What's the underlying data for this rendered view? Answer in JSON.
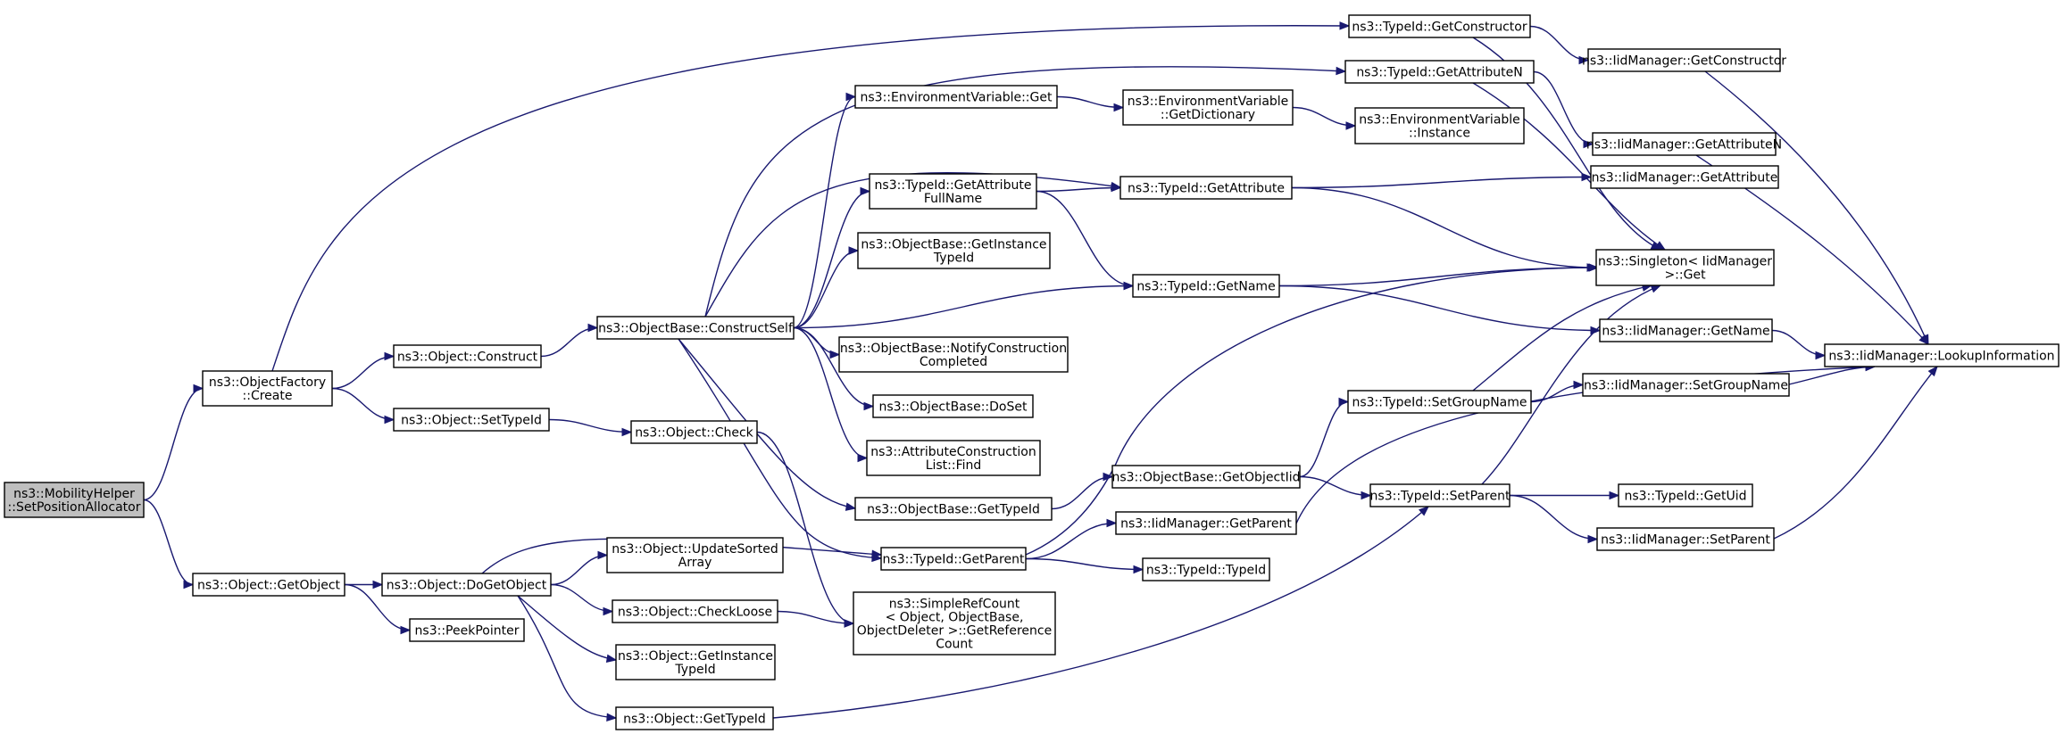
{
  "graph": {
    "nodes": [
      {
        "id": "mh",
        "lines": [
          "ns3::MobilityHelper",
          "::SetPositionAllocator"
        ],
        "root": true
      },
      {
        "id": "ofc",
        "lines": [
          "ns3::ObjectFactory",
          "::Create"
        ]
      },
      {
        "id": "oget",
        "lines": [
          "ns3::Object::GetObject"
        ]
      },
      {
        "id": "ocon",
        "lines": [
          "ns3::Object::Construct"
        ]
      },
      {
        "id": "ostid",
        "lines": [
          "ns3::Object::SetTypeId"
        ]
      },
      {
        "id": "odgo",
        "lines": [
          "ns3::Object::DoGetObject"
        ]
      },
      {
        "id": "peek",
        "lines": [
          "ns3::PeekPointer"
        ]
      },
      {
        "id": "obcs",
        "lines": [
          "ns3::ObjectBase::ConstructSelf"
        ]
      },
      {
        "id": "ochk",
        "lines": [
          "ns3::Object::Check"
        ]
      },
      {
        "id": "ousa",
        "lines": [
          "ns3::Object::UpdateSorted",
          "Array"
        ]
      },
      {
        "id": "ochl",
        "lines": [
          "ns3::Object::CheckLoose"
        ]
      },
      {
        "id": "ogitid",
        "lines": [
          "ns3::Object::GetInstance",
          "TypeId"
        ]
      },
      {
        "id": "ogtid",
        "lines": [
          "ns3::Object::GetTypeId"
        ]
      },
      {
        "id": "envget",
        "lines": [
          "ns3::EnvironmentVariable::Get"
        ]
      },
      {
        "id": "tgafn",
        "lines": [
          "ns3::TypeId::GetAttribute",
          "FullName"
        ]
      },
      {
        "id": "obgit",
        "lines": [
          "ns3::ObjectBase::GetInstance",
          "TypeId"
        ]
      },
      {
        "id": "obnc",
        "lines": [
          "ns3::ObjectBase::NotifyConstruction",
          "Completed"
        ]
      },
      {
        "id": "obds",
        "lines": [
          "ns3::ObjectBase::DoSet"
        ]
      },
      {
        "id": "aclf",
        "lines": [
          "ns3::AttributeConstruction",
          "List::Find"
        ]
      },
      {
        "id": "obgtid",
        "lines": [
          "ns3::ObjectBase::GetTypeId"
        ]
      },
      {
        "id": "tgp",
        "lines": [
          "ns3::TypeId::GetParent"
        ]
      },
      {
        "id": "src",
        "lines": [
          "ns3::SimpleRefCount",
          "< Object, ObjectBase,",
          "ObjectDeleter >::GetReference",
          "Count"
        ]
      },
      {
        "id": "envgd",
        "lines": [
          "ns3::EnvironmentVariable",
          "::GetDictionary"
        ]
      },
      {
        "id": "tga",
        "lines": [
          "ns3::TypeId::GetAttribute"
        ]
      },
      {
        "id": "tgn",
        "lines": [
          "ns3::TypeId::GetName"
        ]
      },
      {
        "id": "obgoi",
        "lines": [
          "ns3::ObjectBase::GetObjectIid"
        ]
      },
      {
        "id": "imgp",
        "lines": [
          "ns3::IidManager::GetParent"
        ]
      },
      {
        "id": "ttid",
        "lines": [
          "ns3::TypeId::TypeId"
        ]
      },
      {
        "id": "tgc",
        "lines": [
          "ns3::TypeId::GetConstructor"
        ]
      },
      {
        "id": "tgan",
        "lines": [
          "ns3::TypeId::GetAttributeN"
        ]
      },
      {
        "id": "envi",
        "lines": [
          "ns3::EnvironmentVariable",
          "::Instance"
        ]
      },
      {
        "id": "tsgn",
        "lines": [
          "ns3::TypeId::SetGroupName"
        ]
      },
      {
        "id": "tsp",
        "lines": [
          "ns3::TypeId::SetParent"
        ]
      },
      {
        "id": "imgc",
        "lines": [
          "ns3::IidManager::GetConstructor"
        ]
      },
      {
        "id": "imgan",
        "lines": [
          "ns3::IidManager::GetAttributeN"
        ]
      },
      {
        "id": "imga",
        "lines": [
          "ns3::IidManager::GetAttribute"
        ]
      },
      {
        "id": "sing",
        "lines": [
          "ns3::Singleton< IidManager",
          "  >::Get"
        ]
      },
      {
        "id": "imgn",
        "lines": [
          "ns3::IidManager::GetName"
        ]
      },
      {
        "id": "imsgn",
        "lines": [
          "ns3::IidManager::SetGroupName"
        ]
      },
      {
        "id": "tgu",
        "lines": [
          "ns3::TypeId::GetUid"
        ]
      },
      {
        "id": "imsp",
        "lines": [
          "ns3::IidManager::SetParent"
        ]
      },
      {
        "id": "imli",
        "lines": [
          "ns3::IidManager::LookupInformation"
        ]
      }
    ],
    "edges": [
      [
        "mh",
        "ofc"
      ],
      [
        "mh",
        "oget"
      ],
      [
        "ofc",
        "tgc"
      ],
      [
        "ofc",
        "ocon"
      ],
      [
        "ofc",
        "ostid"
      ],
      [
        "ocon",
        "obcs"
      ],
      [
        "ostid",
        "ochk"
      ],
      [
        "oget",
        "odgo"
      ],
      [
        "oget",
        "peek"
      ],
      [
        "odgo",
        "tgp"
      ],
      [
        "odgo",
        "ousa"
      ],
      [
        "odgo",
        "ochl"
      ],
      [
        "odgo",
        "ogitid"
      ],
      [
        "odgo",
        "ogtid"
      ],
      [
        "ochk",
        "src"
      ],
      [
        "ochl",
        "src"
      ],
      [
        "ogtid",
        "tsp"
      ],
      [
        "obcs",
        "tgan"
      ],
      [
        "obcs",
        "envget"
      ],
      [
        "obcs",
        "tga"
      ],
      [
        "obcs",
        "tgafn"
      ],
      [
        "obcs",
        "obgit"
      ],
      [
        "obcs",
        "tgn"
      ],
      [
        "obcs",
        "obnc"
      ],
      [
        "obcs",
        "obds"
      ],
      [
        "obcs",
        "aclf"
      ],
      [
        "obcs",
        "obgtid"
      ],
      [
        "obcs",
        "tgp"
      ],
      [
        "envget",
        "envgd"
      ],
      [
        "envgd",
        "envi"
      ],
      [
        "tgafn",
        "tga"
      ],
      [
        "tgafn",
        "tgn"
      ],
      [
        "tga",
        "imga"
      ],
      [
        "tga",
        "sing"
      ],
      [
        "tgn",
        "sing"
      ],
      [
        "tgn",
        "imgn"
      ],
      [
        "obgtid",
        "obgoi"
      ],
      [
        "obgoi",
        "tsgn"
      ],
      [
        "obgoi",
        "tsp"
      ],
      [
        "tgp",
        "sing"
      ],
      [
        "tgp",
        "imgp"
      ],
      [
        "tgp",
        "ttid"
      ],
      [
        "imgp",
        "imli"
      ],
      [
        "tgc",
        "imgc"
      ],
      [
        "tgc",
        "sing"
      ],
      [
        "tgan",
        "imgan"
      ],
      [
        "tgan",
        "sing"
      ],
      [
        "tsgn",
        "sing"
      ],
      [
        "tsgn",
        "imsgn"
      ],
      [
        "tsp",
        "sing"
      ],
      [
        "tsp",
        "tgu"
      ],
      [
        "tsp",
        "imsp"
      ],
      [
        "imgc",
        "imli"
      ],
      [
        "imgan",
        "imli"
      ],
      [
        "imgn",
        "imli"
      ],
      [
        "imsgn",
        "imli"
      ],
      [
        "imsp",
        "imli"
      ]
    ]
  }
}
